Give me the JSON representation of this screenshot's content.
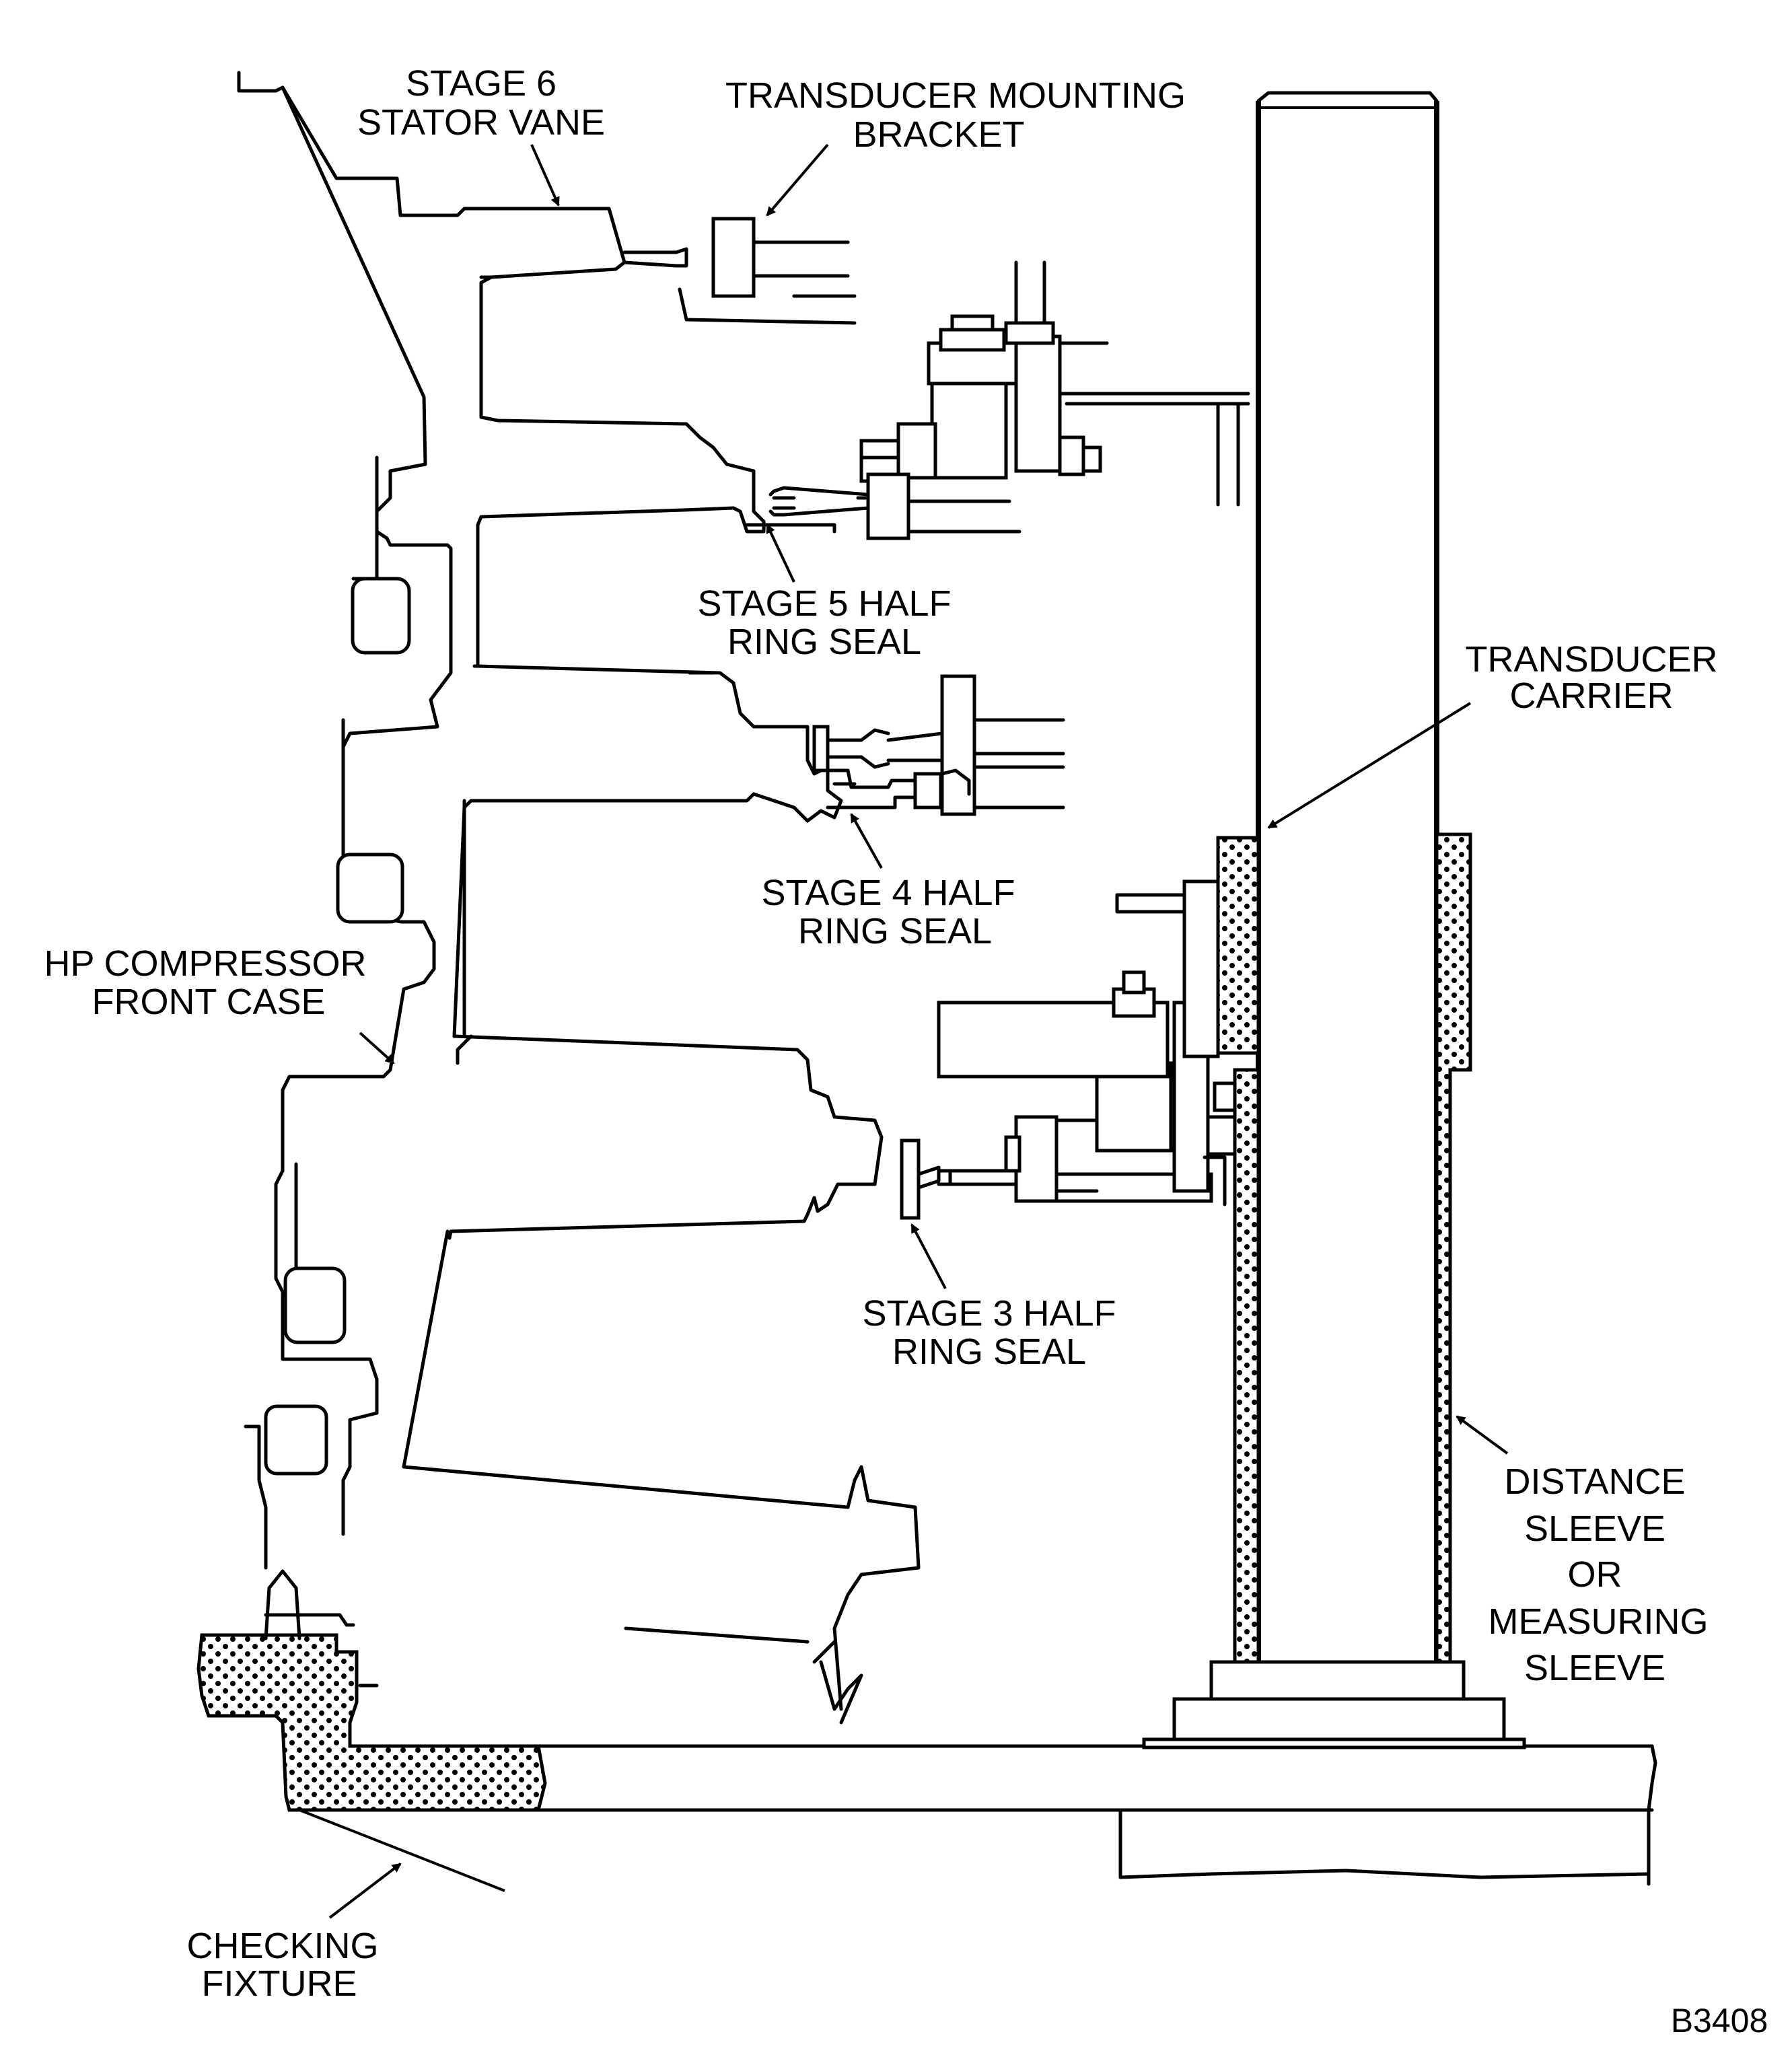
{
  "figure": {
    "id": "B3408",
    "labels": {
      "stage6_stator_vane": [
        "STAGE 6",
        "STATOR VANE"
      ],
      "transducer_mounting_bracket": [
        "TRANSDUCER MOUNTING",
        "BRACKET"
      ],
      "stage5_half_ring_seal": [
        "STAGE 5 HALF",
        "RING SEAL"
      ],
      "transducer_carrier": [
        "TRANSDUCER",
        "CARRIER"
      ],
      "stage4_half_ring_seal": [
        "STAGE 4 HALF",
        "RING SEAL"
      ],
      "hp_compressor_front_case": [
        "HP COMPRESSOR",
        "FRONT CASE"
      ],
      "stage3_half_ring_seal": [
        "STAGE 3 HALF",
        "RING SEAL"
      ],
      "distance_sleeve": [
        "DISTANCE",
        "SLEEVE",
        "OR",
        "MEASURING",
        "SLEEVE"
      ],
      "checking_fixture": [
        "CHECKING",
        "FIXTURE"
      ]
    }
  }
}
